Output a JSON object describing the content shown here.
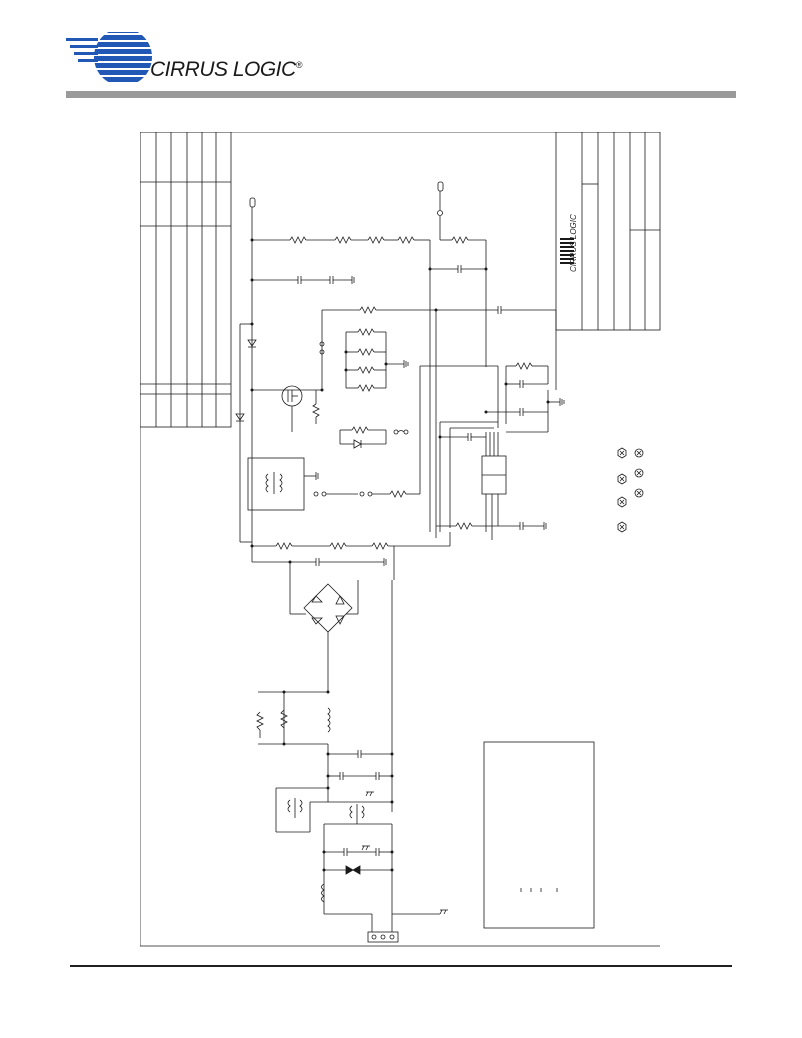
{
  "header": {
    "brand": "CIRRUS LOGIC",
    "registered_mark": "®"
  },
  "schematic": {
    "title_block_logo": "CIRRUS LOGIC",
    "connector": "terminal-block-3-pin"
  },
  "colors": {
    "logo_blue": "#2158b6",
    "header_bar": "#9a9a9a",
    "line": "#1a1a1a"
  }
}
